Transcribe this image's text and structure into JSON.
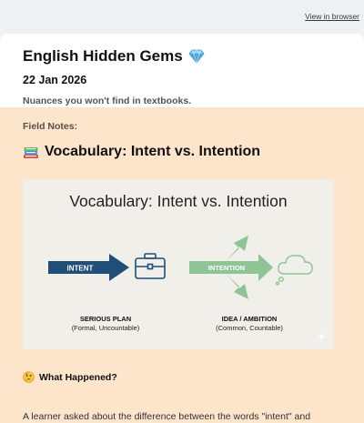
{
  "top_bar": {
    "view_in_browser": "View in browser"
  },
  "header": {
    "title": "English Hidden Gems",
    "title_icon": "gem-icon",
    "date": "22 Jan 2026",
    "tagline": "Nuances you won't find in textbooks."
  },
  "content": {
    "field_notes_label": "Field Notes:",
    "section_title": "Vocabulary: Intent vs. Intention",
    "section_icon": "books-icon",
    "illustration": {
      "heading": "Vocabulary: Intent vs. Intention",
      "left_arrow_label": "INTENT",
      "left_caption_title": "SERIOUS PLAN",
      "left_caption_sub": "(Formal, Uncountable)",
      "right_arrow_label": "INTENTION",
      "right_caption_title": "IDEA / AMBITION",
      "right_caption_sub": "(Common, Countable)"
    },
    "what_happened_title": "What Happened?",
    "what_happened_icon": "thinking-face-icon",
    "paragraph_start": "A learner asked about the difference between the words \"intent\" and"
  },
  "colors": {
    "page_bg": "#eef1f4",
    "content_bg": "#fde5cc",
    "intent_arrow": "#1f4e79",
    "intention_arrow": "#8fc495"
  }
}
